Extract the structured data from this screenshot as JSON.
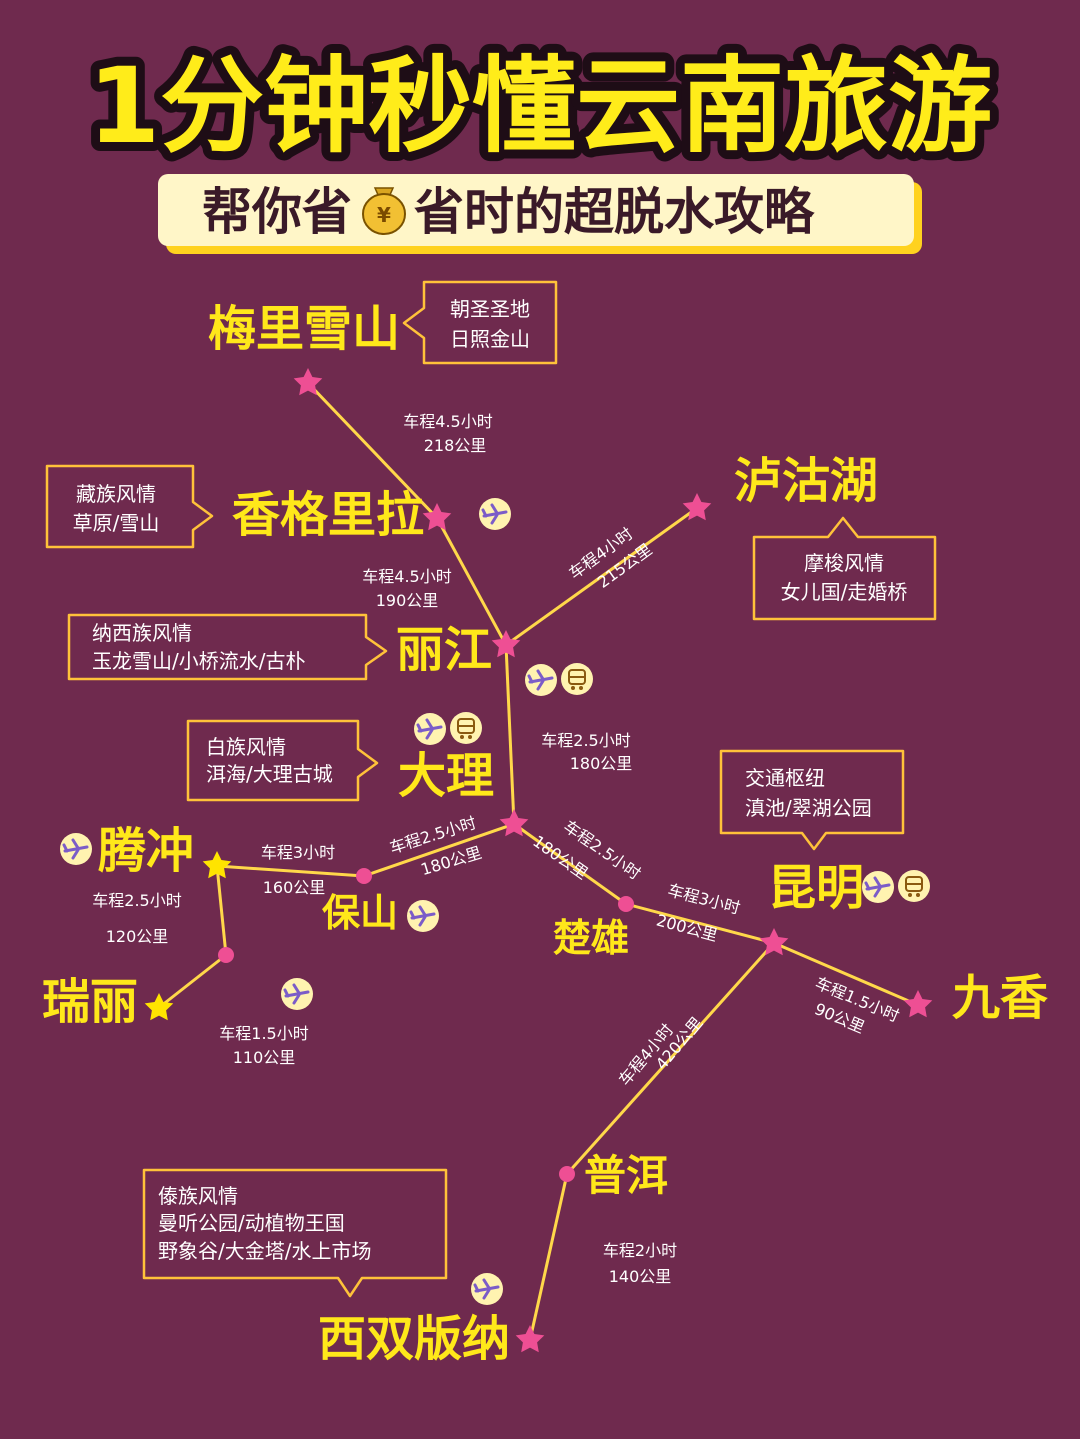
{
  "title": "1分钟秒懂云南旅游",
  "subtitle": {
    "before": "帮你省",
    "coin_symbol": "¥",
    "after": "省时的超脱水攻略"
  },
  "colors": {
    "background": "#6f2a4e",
    "title_fill": "#ffec1a",
    "title_outline": "#1e0d16",
    "city_label": "#ffe81a",
    "route_line": "#ffd84a",
    "star_pink": "#ee4f94",
    "star_yellow": "#ffe400",
    "callout_border": "#ffc23a",
    "text_white": "#ffffff",
    "icon_bg": "#fff3b0"
  },
  "cities": [
    {
      "id": "meili",
      "name": "梅里雪山",
      "marker": "pink-star",
      "transport": []
    },
    {
      "id": "shangrila",
      "name": "香格里拉",
      "marker": "pink-star",
      "transport": [
        "plane"
      ]
    },
    {
      "id": "lugu",
      "name": "泸沽湖",
      "marker": "pink-star",
      "transport": []
    },
    {
      "id": "lijiang",
      "name": "丽江",
      "marker": "pink-star",
      "transport": [
        "plane",
        "train"
      ]
    },
    {
      "id": "dali",
      "name": "大理",
      "marker": "pink-star",
      "transport": [
        "plane",
        "train"
      ]
    },
    {
      "id": "tengchong",
      "name": "腾冲",
      "marker": "yellow-star",
      "transport": [
        "plane"
      ]
    },
    {
      "id": "ruili",
      "name": "瑞丽",
      "marker": "yellow-star",
      "transport": [
        "plane"
      ]
    },
    {
      "id": "baoshan",
      "name": "保山",
      "marker": "pink-dot",
      "transport": [
        "plane"
      ]
    },
    {
      "id": "chuxiong",
      "name": "楚雄",
      "marker": "pink-dot",
      "transport": []
    },
    {
      "id": "kunming",
      "name": "昆明",
      "marker": "pink-star",
      "transport": [
        "plane",
        "train"
      ]
    },
    {
      "id": "jiuxiang",
      "name": "九香",
      "marker": "pink-star",
      "transport": []
    },
    {
      "id": "puer",
      "name": "普洱",
      "marker": "pink-dot",
      "transport": []
    },
    {
      "id": "xishuangbanna",
      "name": "西双版纳",
      "marker": "pink-star",
      "transport": [
        "plane"
      ]
    },
    {
      "id": "tr_midpoint",
      "name": "",
      "marker": "pink-dot",
      "transport": []
    }
  ],
  "routes": [
    {
      "from": "meili",
      "to": "shangrila",
      "time": "车程4.5小时",
      "distance": "218公里"
    },
    {
      "from": "shangrila",
      "to": "lijiang",
      "time": "车程4.5小时",
      "distance": "190公里"
    },
    {
      "from": "lijiang",
      "to": "lugu",
      "time": "车程4小时",
      "distance": "215公里"
    },
    {
      "from": "lijiang",
      "to": "dali",
      "time": "车程2.5小时",
      "distance": "180公里"
    },
    {
      "from": "dali",
      "to": "baoshan",
      "time": "车程2.5小时",
      "distance": "180公里"
    },
    {
      "from": "baoshan",
      "to": "tengchong",
      "time": "车程3小时",
      "distance": "160公里"
    },
    {
      "from": "tengchong",
      "to": "ruili",
      "time": "车程2.5小时",
      "distance": "120公里"
    },
    {
      "from": "dali",
      "to": "chuxiong",
      "time": "车程2.5小时",
      "distance": "180公里"
    },
    {
      "from": "chuxiong",
      "to": "kunming",
      "time": "车程3小时",
      "distance": "200公里"
    },
    {
      "from": "kunming",
      "to": "jiuxiang",
      "time": "车程1.5小时",
      "distance": "90公里"
    },
    {
      "from": "kunming",
      "to": "puer",
      "time": "车程4小时",
      "distance": "420公里"
    },
    {
      "from": "puer",
      "to": "xishuangbanna",
      "time": "车程2小时",
      "distance": "140公里"
    },
    {
      "from": "ruili_air",
      "to": "",
      "time": "车程1.5小时",
      "distance": "110公里"
    }
  ],
  "callouts": [
    {
      "city": "meili",
      "lines": [
        "朝圣圣地",
        "日照金山"
      ]
    },
    {
      "city": "shangrila",
      "lines": [
        "藏族风情",
        "草原/雪山"
      ]
    },
    {
      "city": "lugu",
      "lines": [
        "摩梭风情",
        "女儿国/走婚桥"
      ]
    },
    {
      "city": "lijiang",
      "lines": [
        "纳西族风情",
        "玉龙雪山/小桥流水/古朴"
      ]
    },
    {
      "city": "dali",
      "lines": [
        "白族风情",
        "洱海/大理古城"
      ]
    },
    {
      "city": "kunming",
      "lines": [
        "交通枢纽",
        "滇池/翠湖公园"
      ]
    },
    {
      "city": "xishuangbanna",
      "lines": [
        "傣族风情",
        "曼听公园/动植物王国",
        "野象谷/大金塔/水上市场"
      ]
    }
  ],
  "icons": {
    "plane": "airplane-icon",
    "train": "train-icon",
    "coin": "money-bag-icon"
  }
}
